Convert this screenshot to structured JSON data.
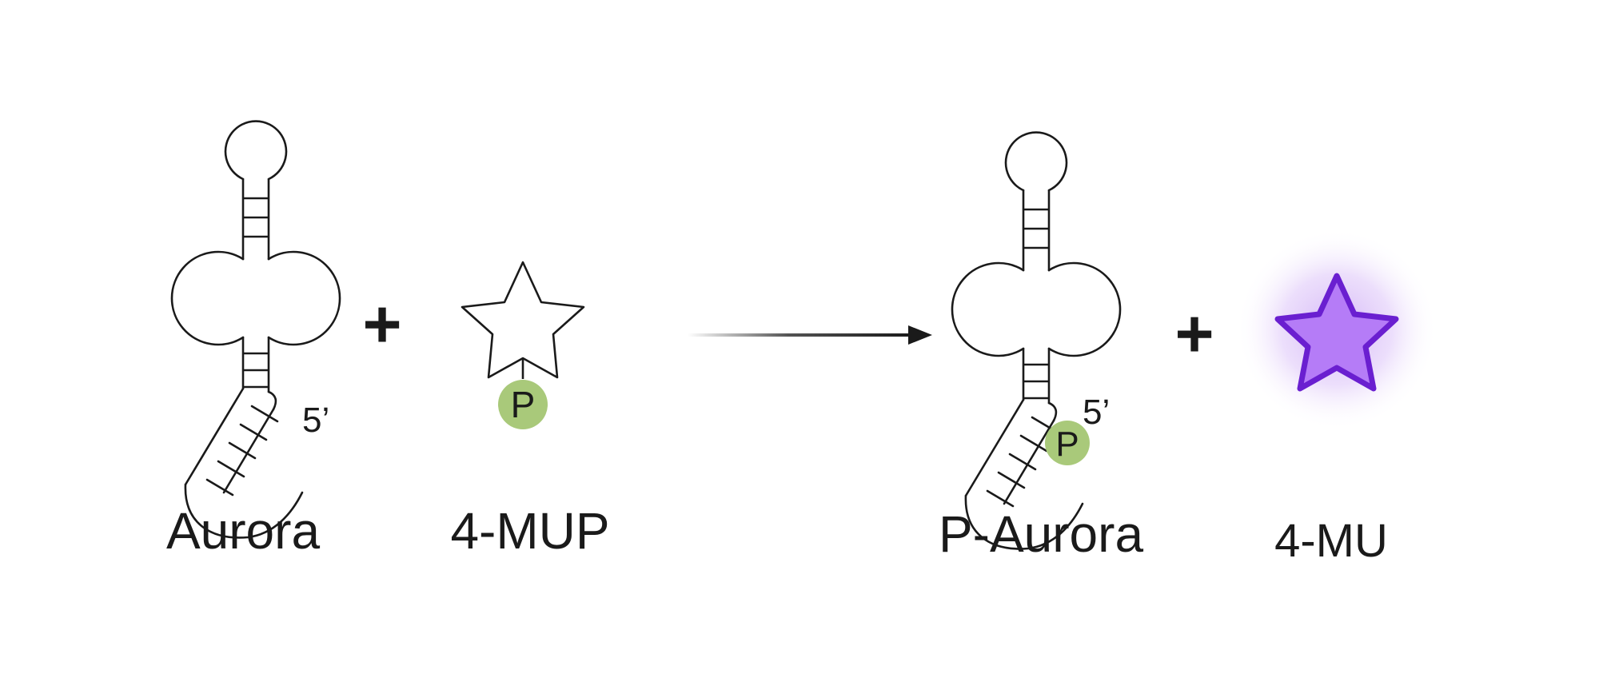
{
  "reactants": {
    "aurora_label": "Aurora",
    "aurora_end_label": "5’",
    "substrate_label": "4-MUP",
    "substrate_phosphate_label": "P",
    "plus_sign": "+"
  },
  "products": {
    "p_aurora_label": "P-Aurora",
    "p_aurora_end_label": "5’",
    "p_aurora_phosphate_label": "P",
    "product_label": "4-MU",
    "plus_sign": "+"
  },
  "colors": {
    "phosphate_fill": "#a9c97a",
    "product_star_fill": "#b57cf7",
    "product_star_stroke": "#6a1fd0",
    "product_glow": "#b07af0",
    "ink": "#1a1a1a"
  },
  "icons": {
    "rna_hairpin": "aptamer-hairpin-icon",
    "substrate_star": "star-outline-icon",
    "product_star": "star-filled-glow-icon",
    "reaction_arrow": "arrow-right-icon"
  }
}
